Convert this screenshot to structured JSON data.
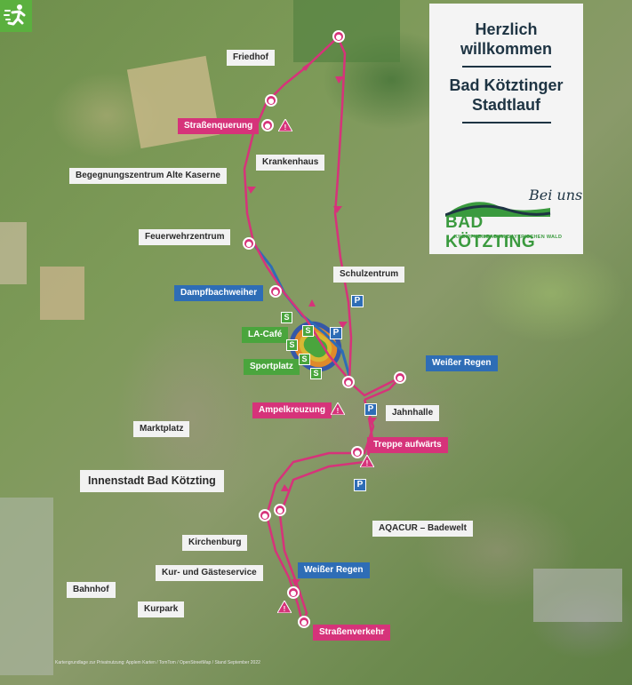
{
  "welcome": {
    "line1": "Herzlich",
    "line2": "willkommen",
    "line3": "Bad Kötztinger",
    "line4": "Stadtlauf"
  },
  "logo": {
    "script": "Bei uns",
    "name": "BAD KÖTZTING",
    "tagline": "KNEIPPHEILBAD IM BAYERISCHEN WALD"
  },
  "labels": {
    "friedhof": "Friedhof",
    "strassenquerung": "Straßenquerung",
    "krankenhaus": "Krankenhaus",
    "begegnungszentrum": "Begegnungszentrum Alte Kaserne",
    "feuerwehrzentrum": "Feuerwehrzentrum",
    "schulzentrum": "Schulzentrum",
    "dampfbachweiher": "Dampfbachweiher",
    "la_cafe": "LA-Café",
    "sportplatz": "Sportplatz",
    "weisser_regen_1": "Weißer Regen",
    "jahnhalle": "Jahnhalle",
    "ampelkreuzung": "Ampelkreuzung",
    "marktplatz": "Marktplatz",
    "treppe": "Treppe aufwärts",
    "innenstadt": "Innenstadt Bad Kötzting",
    "aqacur": "AQACUR – Badewelt",
    "kirchenburg": "Kirchenburg",
    "kurservice": "Kur- und Gästeservice",
    "weisser_regen_2": "Weißer Regen",
    "bahnhof": "Bahnhof",
    "kurpark": "Kurpark",
    "strassenverkehr": "Straßenverkehr"
  },
  "icons": {
    "parking": "P",
    "sport": "S",
    "runner": "runner-icon",
    "pin": "person-pin-icon",
    "warning": "warning-icon"
  },
  "credit": "Kartengrundlage zur Privatnutzung: Applem Karten / TomTom / OpenStreetMap / Stand September 2022",
  "colors": {
    "route": "#d6337a",
    "blue": "#2e6db6",
    "green": "#4aa53d",
    "navy": "#1e3443"
  }
}
